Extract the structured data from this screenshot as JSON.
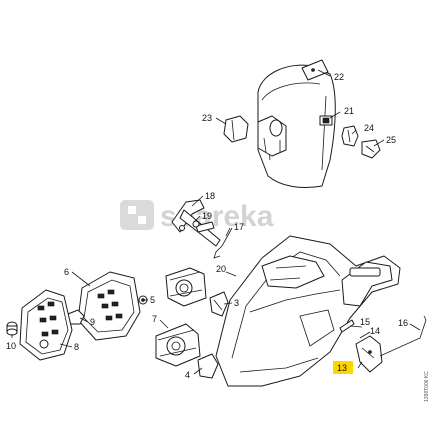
{
  "diagram": {
    "callouts": {
      "c4": "4",
      "c5": "5",
      "c6": "6",
      "c7": "7",
      "c8": "8",
      "c9": "9",
      "c10": "10",
      "c13": "13",
      "c14": "14",
      "c15": "15",
      "c16": "16",
      "c17": "17",
      "c18": "18",
      "c19": "19",
      "c20": "20",
      "c21": "21",
      "c22": "22",
      "c23": "23",
      "c24": "24",
      "c25": "25"
    },
    "highlighted_callout": "13",
    "highlight_color": "#ffd400",
    "watermark": "spareka",
    "reference_code": "1288T006 KC"
  }
}
